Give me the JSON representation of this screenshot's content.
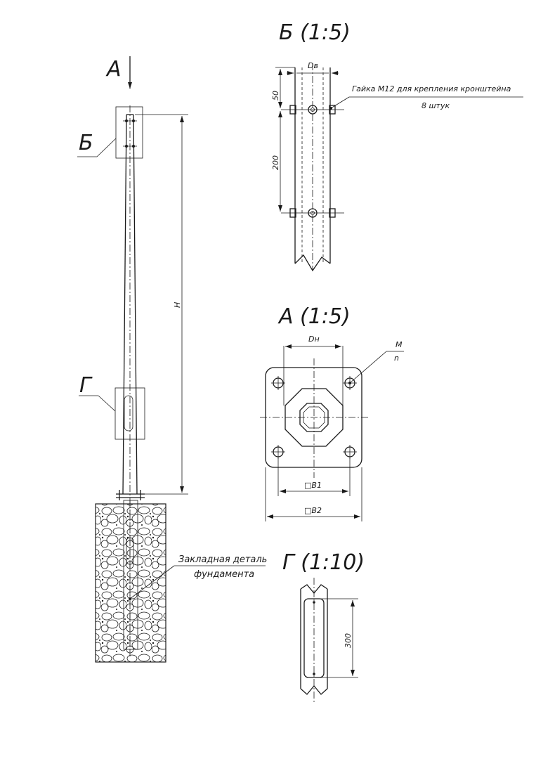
{
  "views": {
    "b_title": "Б (1:5)",
    "a_title": "А (1:5)",
    "g_title": "Г (1:10)"
  },
  "main": {
    "arrow_label": "А",
    "callout_b": "Б",
    "callout_g": "Г",
    "dim_h": "H",
    "embedded_line1": "Закладная деталь",
    "embedded_line2": "фундамента"
  },
  "detail_b": {
    "dim_top": "Dв",
    "dim_50": "50",
    "dim_200": "200",
    "nut_line1": "Гайка М12 для крепления кронштейна",
    "nut_line2": "8 штук"
  },
  "detail_a": {
    "dim_dn": "Dн",
    "bolt_m": "M",
    "bolt_n": "n",
    "dim_b1": "□B1",
    "dim_b2": "□B2"
  },
  "detail_g": {
    "dim_300": "300"
  }
}
